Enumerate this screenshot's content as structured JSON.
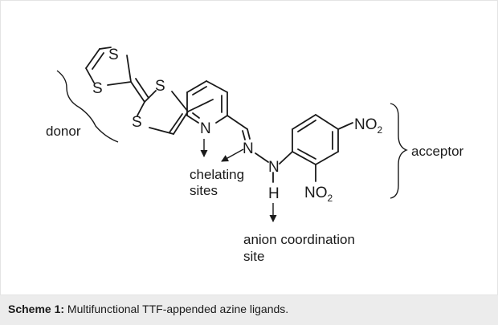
{
  "caption": {
    "label": "Scheme 1:",
    "text": " Multifunctional TTF-appended azine ligands."
  },
  "atoms": {
    "s": "S",
    "n": "N",
    "h": "H",
    "no2": "NO",
    "sub2": "2"
  },
  "labels": {
    "donor": "donor",
    "acceptor": "acceptor",
    "chelating_line1": "chelating",
    "chelating_line2": "sites",
    "anion_line1": "anion coordination",
    "anion_line2": "site"
  },
  "colors": {
    "ink": "#1a1a1a",
    "caption_background": "#ececec",
    "frame_border": "#e4e4e4"
  }
}
